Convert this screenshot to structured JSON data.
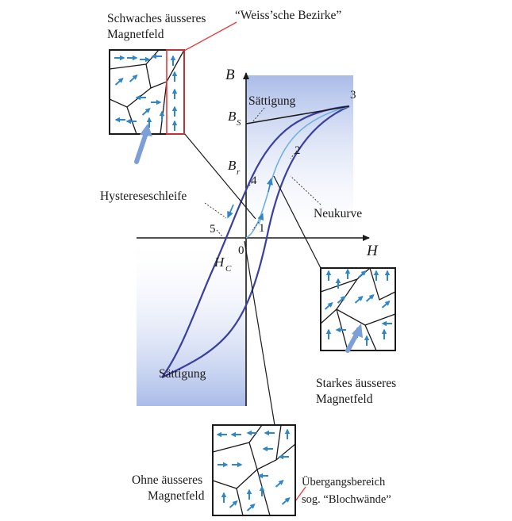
{
  "labels": {
    "schwaches_line1": "Schwaches äusseres",
    "schwaches_line2": "Magnetfeld",
    "weiss": "“Weiss’sche Bezirke”",
    "saettigung_top": "Sättigung",
    "saettigung_bottom": "Sättigung",
    "hystereseschleife": "Hystereseschleife",
    "neukurve": "Neukurve",
    "starkes_line1": "Starkes äusseres",
    "starkes_line2": "Magnetfeld",
    "ohne_line1": "Ohne äusseres",
    "ohne_line2": "Magnetfeld",
    "uebergang_line1": "Übergangsbereich",
    "uebergang_line2": "sog. “Blochwände”"
  },
  "axes": {
    "b": "B",
    "h": "H",
    "bs": "B",
    "bs_sub": "S",
    "br": "B",
    "br_sub": "r",
    "hc": "H",
    "hc_sub": "C",
    "origin": "0"
  },
  "points": {
    "p1": "1",
    "p2": "2",
    "p3": "3",
    "p4": "4",
    "p5": "5"
  },
  "colors": {
    "loop": "#3a3fa0",
    "virgin": "#6fb0e0",
    "arrow": "#2f86c9",
    "shade": "#b9c8ec",
    "red": "#e53b3b",
    "big_arrow": "#7b9fd6"
  }
}
